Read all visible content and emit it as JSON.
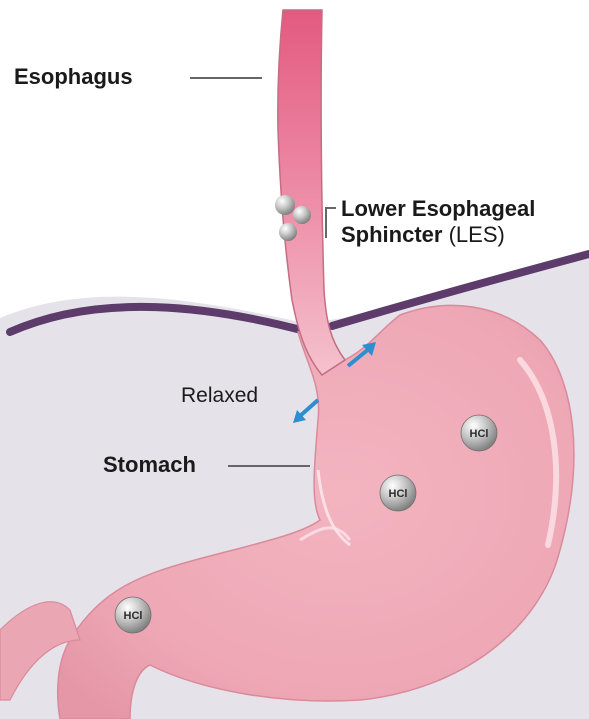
{
  "labels": {
    "esophagus": "Esophagus",
    "les_line1": "Lower Esophageal",
    "les_line2_bold": "Sphincter",
    "les_line2_regular": "(LES)",
    "relaxed": "Relaxed",
    "stomach": "Stomach"
  },
  "acid_label": "HCl",
  "colors": {
    "esophagus_pink": "#e86a8c",
    "stomach_pink": "#f2b8c2",
    "diaphragm": "#5d3c6b",
    "abdomen_bg": "#e6e2ea",
    "arrow_blue": "#2d8fcf",
    "leader_line": "#666666"
  }
}
